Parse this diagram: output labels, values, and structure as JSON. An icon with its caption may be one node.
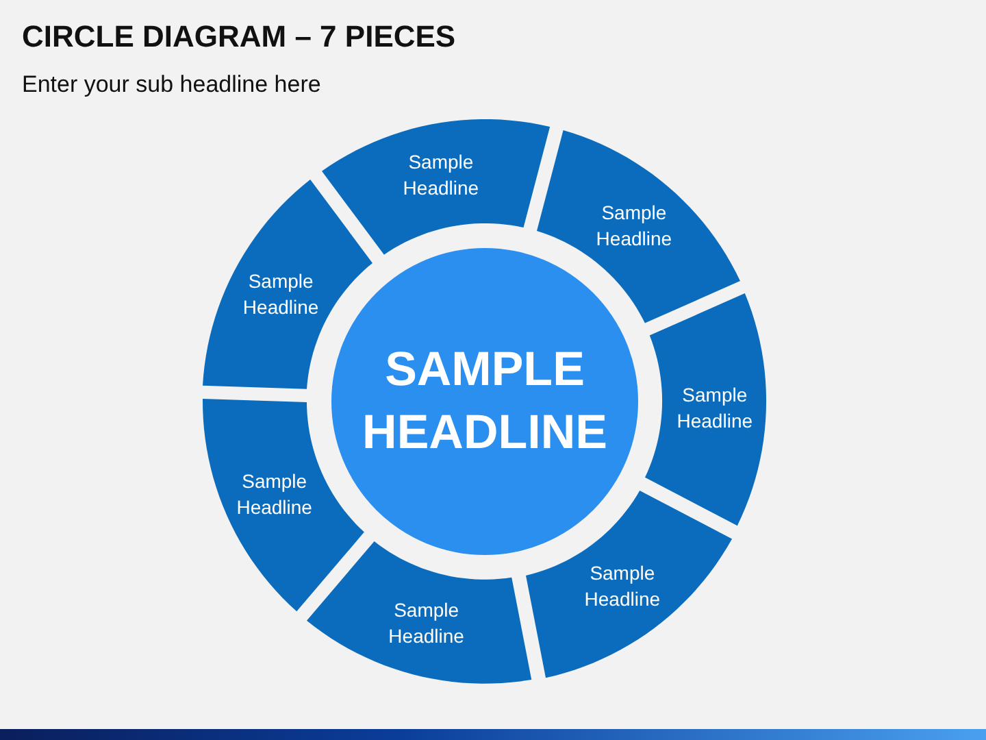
{
  "diagram": {
    "title": "CIRCLE DIAGRAM – 7 PIECES",
    "nodes": [
      {
        "text": [
          "SAMPLE HEADLINE"
        ]
      },
      {
        "text": [
          "Sample Headline"
        ]
      },
      {
        "text": [
          "Sample Headline"
        ]
      },
      {
        "text": [
          "Sample Headline"
        ]
      },
      {
        "text": [
          "Sample Headline"
        ]
      },
      {
        "text": [
          "Sample Headline"
        ]
      },
      {
        "text": [
          "Sample Headline"
        ]
      },
      {
        "text": [
          "Sample Headline"
        ]
      }
    ],
    "labels": [
      "Enter your sub headline here"
    ]
  }
}
